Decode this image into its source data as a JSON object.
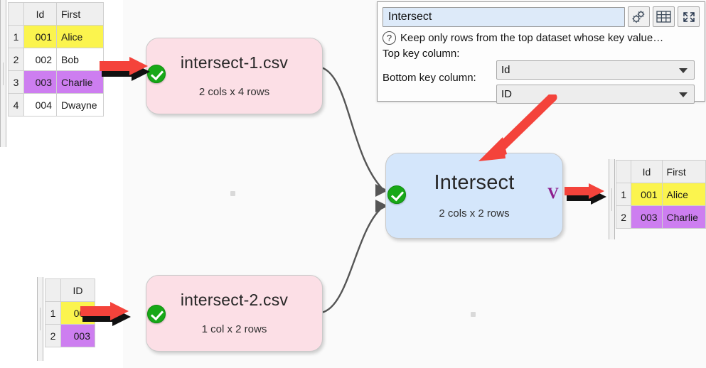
{
  "app": {
    "canvas_label": "flow-canvas"
  },
  "settings_panel": {
    "name_value": "Intersect",
    "hint": "Keep only rows from the top dataset whose key value…",
    "toolbar": [
      {
        "name": "gears-icon",
        "label": "Settings"
      },
      {
        "name": "table-icon",
        "label": "Show table"
      },
      {
        "name": "expand-icon",
        "label": "Maximize"
      }
    ],
    "fields": [
      {
        "label": "Top key column:",
        "value": "Id"
      },
      {
        "label": "Bottom key column:",
        "value": "ID"
      }
    ]
  },
  "nodes": [
    {
      "id": "n1",
      "title": "intersect-1.csv",
      "subtitle": "2 cols x 4 rows",
      "status": "ok",
      "type": "input"
    },
    {
      "id": "n2",
      "title": "intersect-2.csv",
      "subtitle": "1 col x 2 rows",
      "status": "ok",
      "type": "input"
    },
    {
      "id": "n3",
      "title": "Intersect",
      "subtitle": "2 cols x 2 rows",
      "status": "ok",
      "type": "operation",
      "badge": "V"
    }
  ],
  "tables": {
    "top_left": {
      "name": "intersect-1-preview",
      "headers": [
        "Id",
        "First"
      ],
      "rows": [
        {
          "n": "1",
          "cells": [
            "001",
            "Alice"
          ],
          "highlight": "yellow"
        },
        {
          "n": "2",
          "cells": [
            "002",
            "Bob"
          ],
          "highlight": "none"
        },
        {
          "n": "3",
          "cells": [
            "003",
            "Charlie"
          ],
          "highlight": "purple"
        },
        {
          "n": "4",
          "cells": [
            "004",
            "Dwayne"
          ],
          "highlight": "none"
        }
      ]
    },
    "bottom_left": {
      "name": "intersect-2-preview",
      "headers": [
        "ID"
      ],
      "rows": [
        {
          "n": "1",
          "cells": [
            "001"
          ],
          "highlight": "yellow"
        },
        {
          "n": "2",
          "cells": [
            "003"
          ],
          "highlight": "purple"
        }
      ]
    },
    "right": {
      "name": "intersect-result-preview",
      "headers": [
        "Id",
        "First"
      ],
      "rows": [
        {
          "n": "1",
          "cells": [
            "001",
            "Alice"
          ],
          "highlight": "yellow"
        },
        {
          "n": "2",
          "cells": [
            "003",
            "Charlie"
          ],
          "highlight": "purple"
        }
      ]
    }
  },
  "colors": {
    "input_node": "#fcdfe6",
    "operation_node": "#d4e6fb",
    "status_ok": "#18a818",
    "highlight_yellow": "#fbf44e",
    "highlight_purple": "#cd7ef0",
    "annotation_arrow": "#f44336",
    "name_field": "#ddeaf9"
  }
}
